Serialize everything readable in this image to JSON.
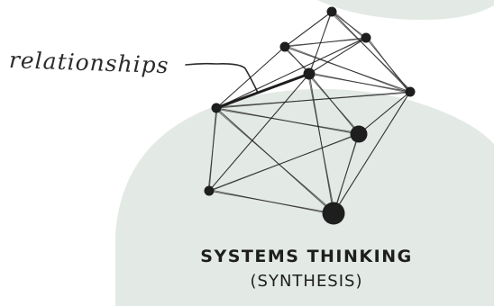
{
  "annotation": {
    "label": "relationships"
  },
  "title": {
    "main": "SYSTEMS THINKING",
    "sub": "(SYNTHESIS)"
  },
  "colors": {
    "background": "#ffffff",
    "blob": "#e3e9e4",
    "ink": "#1e1e1e"
  },
  "network": {
    "nodes": [
      {
        "id": "n1",
        "size": "small"
      },
      {
        "id": "n2",
        "size": "small"
      },
      {
        "id": "n3",
        "size": "small"
      },
      {
        "id": "n4",
        "size": "medium"
      },
      {
        "id": "n5",
        "size": "small"
      },
      {
        "id": "n6",
        "size": "small"
      },
      {
        "id": "n7",
        "size": "large"
      },
      {
        "id": "n8",
        "size": "small"
      },
      {
        "id": "n9",
        "size": "xlarge"
      }
    ],
    "edges": [
      [
        "n1",
        "n2"
      ],
      [
        "n1",
        "n3"
      ],
      [
        "n1",
        "n4"
      ],
      [
        "n2",
        "n3"
      ],
      [
        "n2",
        "n4"
      ],
      [
        "n2",
        "n5"
      ],
      [
        "n3",
        "n4"
      ],
      [
        "n3",
        "n6"
      ],
      [
        "n4",
        "n5"
      ],
      [
        "n4",
        "n6"
      ],
      [
        "n4",
        "n7"
      ],
      [
        "n4",
        "n8"
      ],
      [
        "n4",
        "n9"
      ],
      [
        "n5",
        "n6"
      ],
      [
        "n5",
        "n7"
      ],
      [
        "n5",
        "n8"
      ],
      [
        "n5",
        "n9"
      ],
      [
        "n6",
        "n7"
      ],
      [
        "n6",
        "n9"
      ],
      [
        "n7",
        "n8"
      ],
      [
        "n7",
        "n9"
      ],
      [
        "n8",
        "n9"
      ],
      [
        "n1",
        "n6"
      ],
      [
        "n2",
        "n6"
      ],
      [
        "n5",
        "n3"
      ]
    ],
    "highlighted_edge": [
      "n5",
      "n4"
    ]
  }
}
